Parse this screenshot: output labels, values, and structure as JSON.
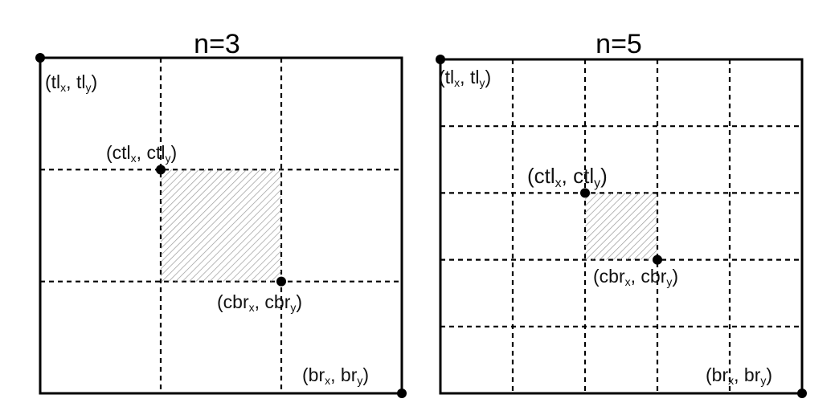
{
  "panels": [
    {
      "title": "n=3",
      "n": 3,
      "highlight": {
        "col": 1,
        "row": 1
      },
      "labels": {
        "tl": {
          "main": "(tl",
          "xsub": "x",
          "mid": ", tl",
          "ysub": "y",
          "end": ")"
        },
        "ctl": {
          "main": "(ctl",
          "xsub": "x",
          "mid": ", ctl",
          "ysub": "y",
          "end": ")"
        },
        "cbr": {
          "main": "(cbr",
          "xsub": "x",
          "mid": ", cbr",
          "ysub": "y",
          "end": ")"
        },
        "br": {
          "main": "(br",
          "xsub": "x",
          "mid": ", br",
          "ysub": "y",
          "end": ")"
        }
      }
    },
    {
      "title": "n=5",
      "n": 5,
      "highlight": {
        "col": 2,
        "row": 2
      },
      "labels": {
        "tl": {
          "main": "(tl",
          "xsub": "x",
          "mid": ", tl",
          "ysub": "y",
          "end": ")"
        },
        "ctl": {
          "main": "(ctl",
          "xsub": "x",
          "mid": ", ctl",
          "ysub": "y",
          "end": ")"
        },
        "cbr": {
          "main": "(cbr",
          "xsub": "x",
          "mid": ", cbr",
          "ysub": "y",
          "end": ")"
        },
        "br": {
          "main": "(br",
          "xsub": "x",
          "mid": ", br",
          "ysub": "y",
          "end": ")"
        }
      }
    }
  ],
  "colors": {
    "stroke": "#000000",
    "hatch": "#9a9a9a"
  }
}
